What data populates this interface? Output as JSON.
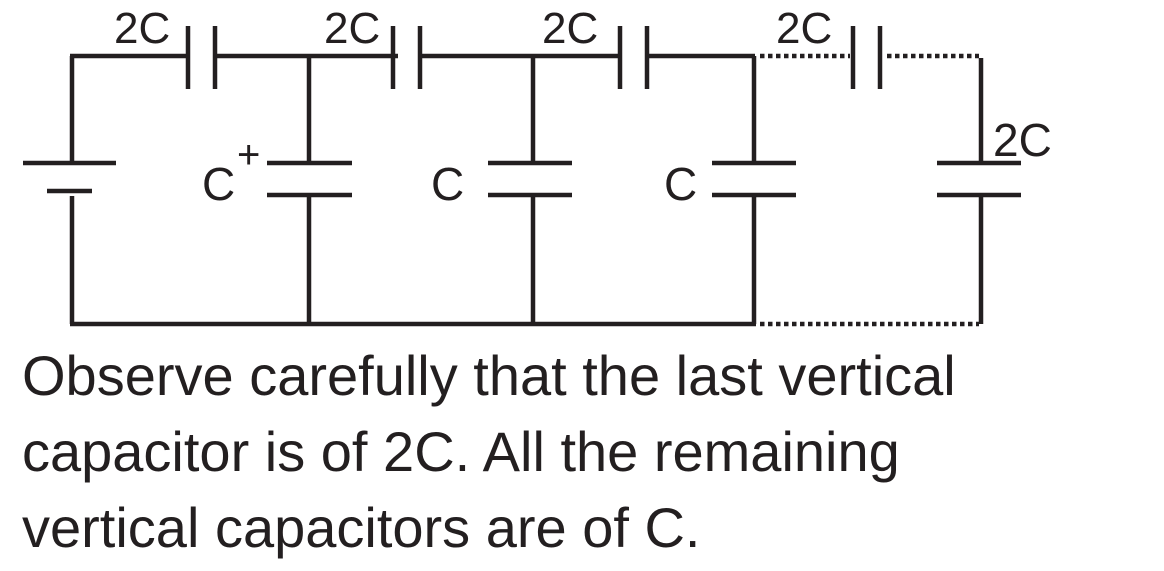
{
  "diagram": {
    "type": "capacitor-ladder-circuit",
    "colors": {
      "stroke": "#231f20",
      "background": "#ffffff"
    },
    "battery": {
      "label": ""
    },
    "series_capacitors": [
      {
        "label": "2C",
        "style": "solid"
      },
      {
        "label": "2C",
        "style": "solid"
      },
      {
        "label": "2C",
        "style": "solid"
      },
      {
        "label": "2C",
        "style": "dotted"
      }
    ],
    "vertical_capacitors": [
      {
        "label": "C",
        "polarity_mark": "+"
      },
      {
        "label": "C",
        "polarity_mark": ""
      },
      {
        "label": "C",
        "polarity_mark": ""
      },
      {
        "label": "2C",
        "polarity_mark": ""
      }
    ]
  },
  "caption": {
    "lines": [
      "Observe carefully that the last vertical",
      "capacitor is of 2C. All the remaining",
      "vertical capacitors are of C."
    ]
  }
}
